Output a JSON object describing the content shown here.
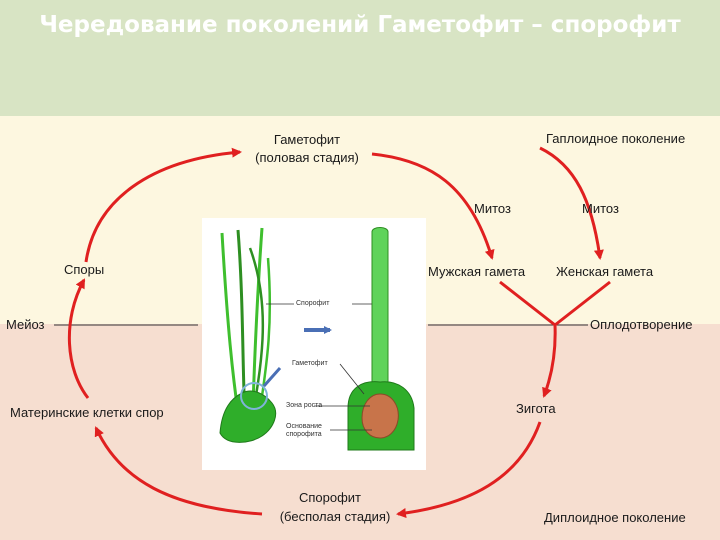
{
  "title": "Чередование поколений Гаметофит – спорофит",
  "labels": {
    "gametophyte": "Гаметофит",
    "gametophyte_sub": "(половая стадия)",
    "haploid": "Гаплоидное поколение",
    "mitosis_left": "Митоз",
    "mitosis_right": "Митоз",
    "spores": "Споры",
    "male_gamete": "Мужская гамета",
    "female_gamete": "Женская гамета",
    "meiosis": "Мейоз",
    "fertilization": "Оплодотворение",
    "zygote": "Зигота",
    "mother_cells": "Материнские клетки спор",
    "sporophyte": "Спорофит",
    "sporophyte_sub": "(бесполая стадия)",
    "diploid": "Диплоидное поколение"
  },
  "inset_labels": {
    "sporophyte": "Спорофит",
    "gametophyte": "Гаметофит",
    "growth_zone": "Зона роста",
    "base_line1": "Основание",
    "base_line2": "спорофита"
  },
  "colors": {
    "arrow": "#e02020",
    "header": "#d8e4c4",
    "haploid_band": "#fdf7e0",
    "diploid_band": "#f6ded0",
    "moss_green": "#3fbf2e",
    "sporophyte_stalk": "#5fd35a",
    "capsule": "#c8744a",
    "blue_arrow": "#4a6fb5"
  }
}
